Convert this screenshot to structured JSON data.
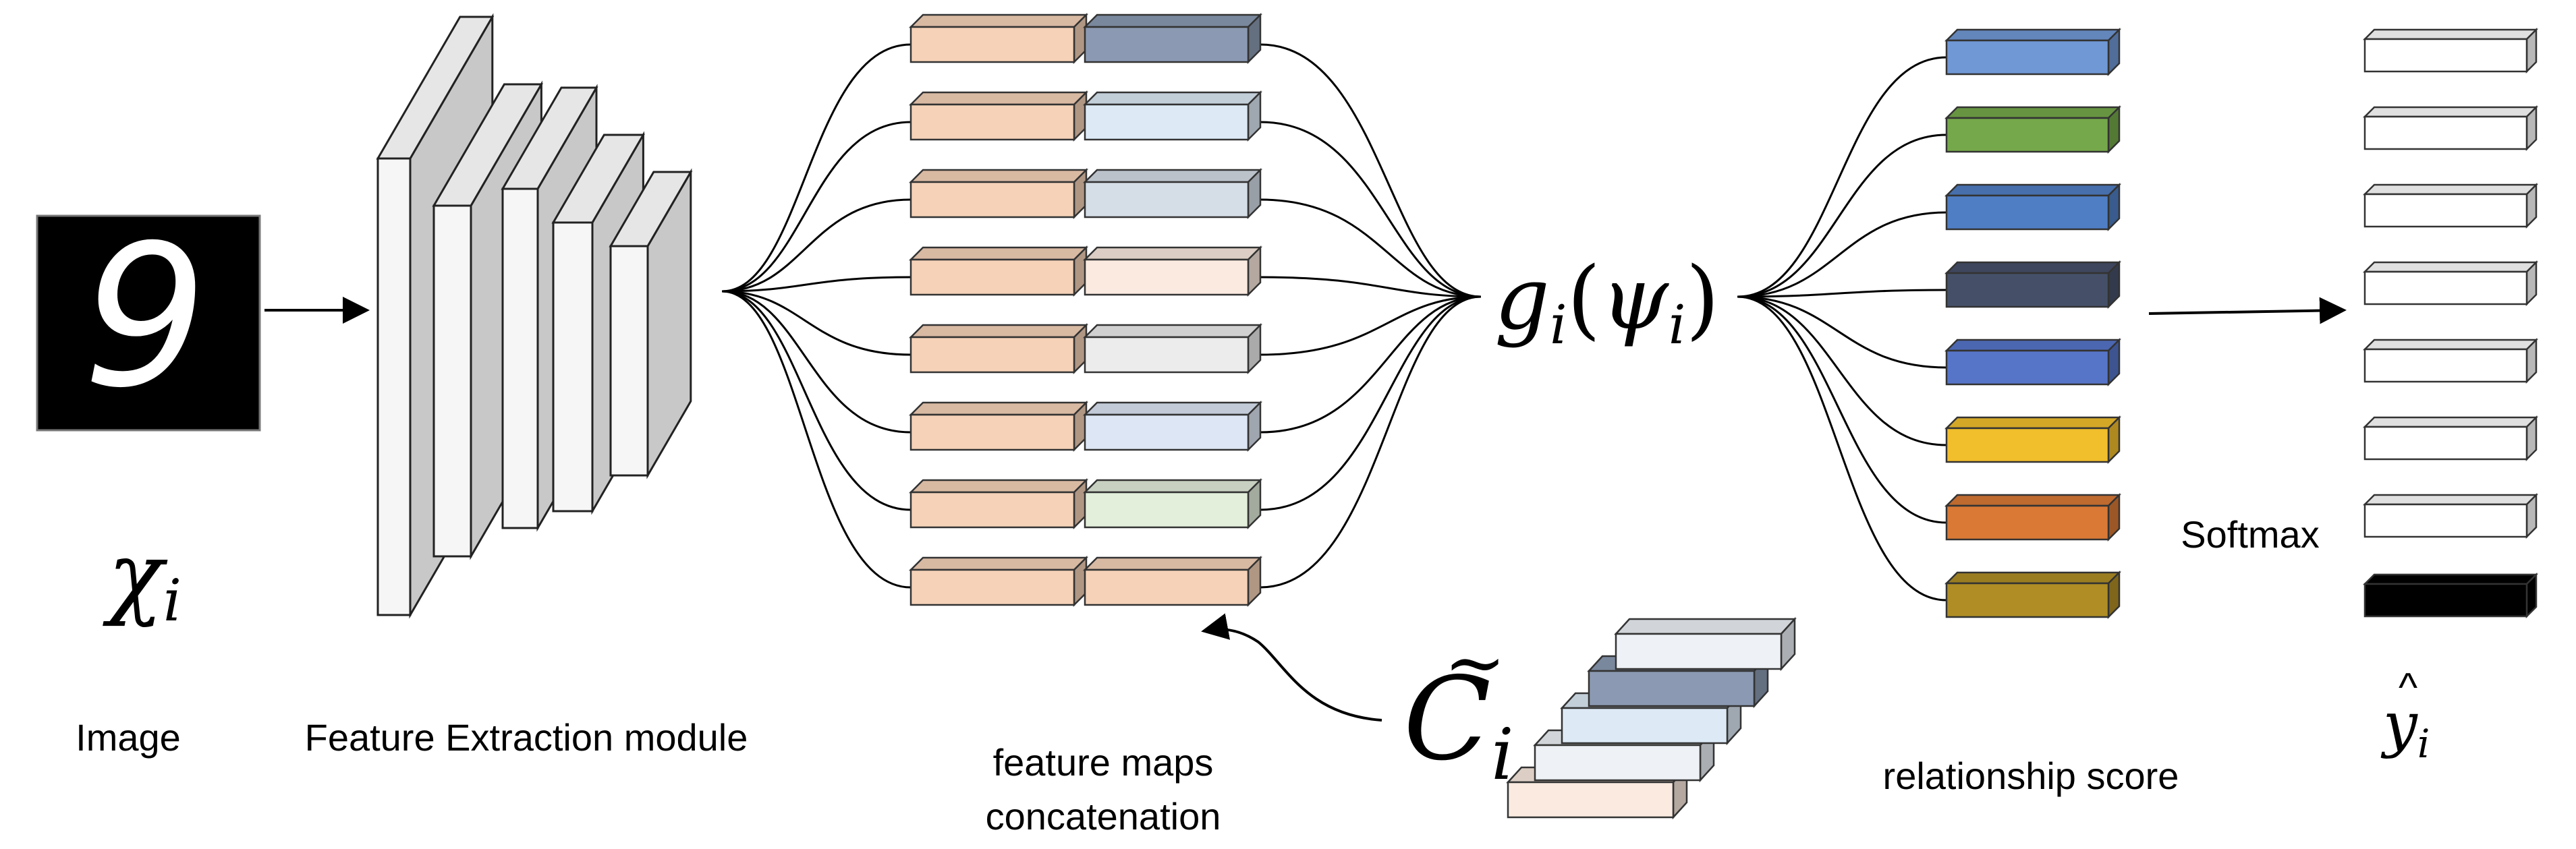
{
  "labels": {
    "image": "Image",
    "feature_extraction": "Feature Extraction module",
    "concat_line1": "feature maps",
    "concat_line2": "concatenation",
    "relationship": "relationship score",
    "softmax": "Softmax"
  },
  "math": {
    "x_base": "χ",
    "x_sub": "i",
    "g_base": "g",
    "g_sub": "i",
    "g_open": "(",
    "psi_base": "ψ",
    "psi_sub": "i",
    "g_close": ")",
    "c_base": "C",
    "c_tilde": "~",
    "c_sub": "i",
    "y_hat": "^",
    "y_base": "y",
    "y_sub": "i"
  },
  "digit_image": {
    "label": "9",
    "digit": "9"
  },
  "colors": {
    "query_feature": "#f5d2b8",
    "concat_right": [
      "#8b9ab2",
      "#ddeaf6",
      "#d5dde6",
      "#faeadf",
      "#ececec",
      "#dde6f4",
      "#e3eedb",
      "#f5d2b8"
    ],
    "support_set": [
      "#faeadf",
      "#eef2f7",
      "#ddeaf6",
      "#8b9ab2",
      "#eef2f7"
    ],
    "relationship_scores": [
      "#7098d4",
      "#75a84a",
      "#4f7ec4",
      "#455068",
      "#5675c9",
      "#f1be2c",
      "#d97935",
      "#b08e25"
    ],
    "output_active": "#000000",
    "output_inactive": "#ffffff"
  },
  "output": {
    "active_index": 7
  }
}
